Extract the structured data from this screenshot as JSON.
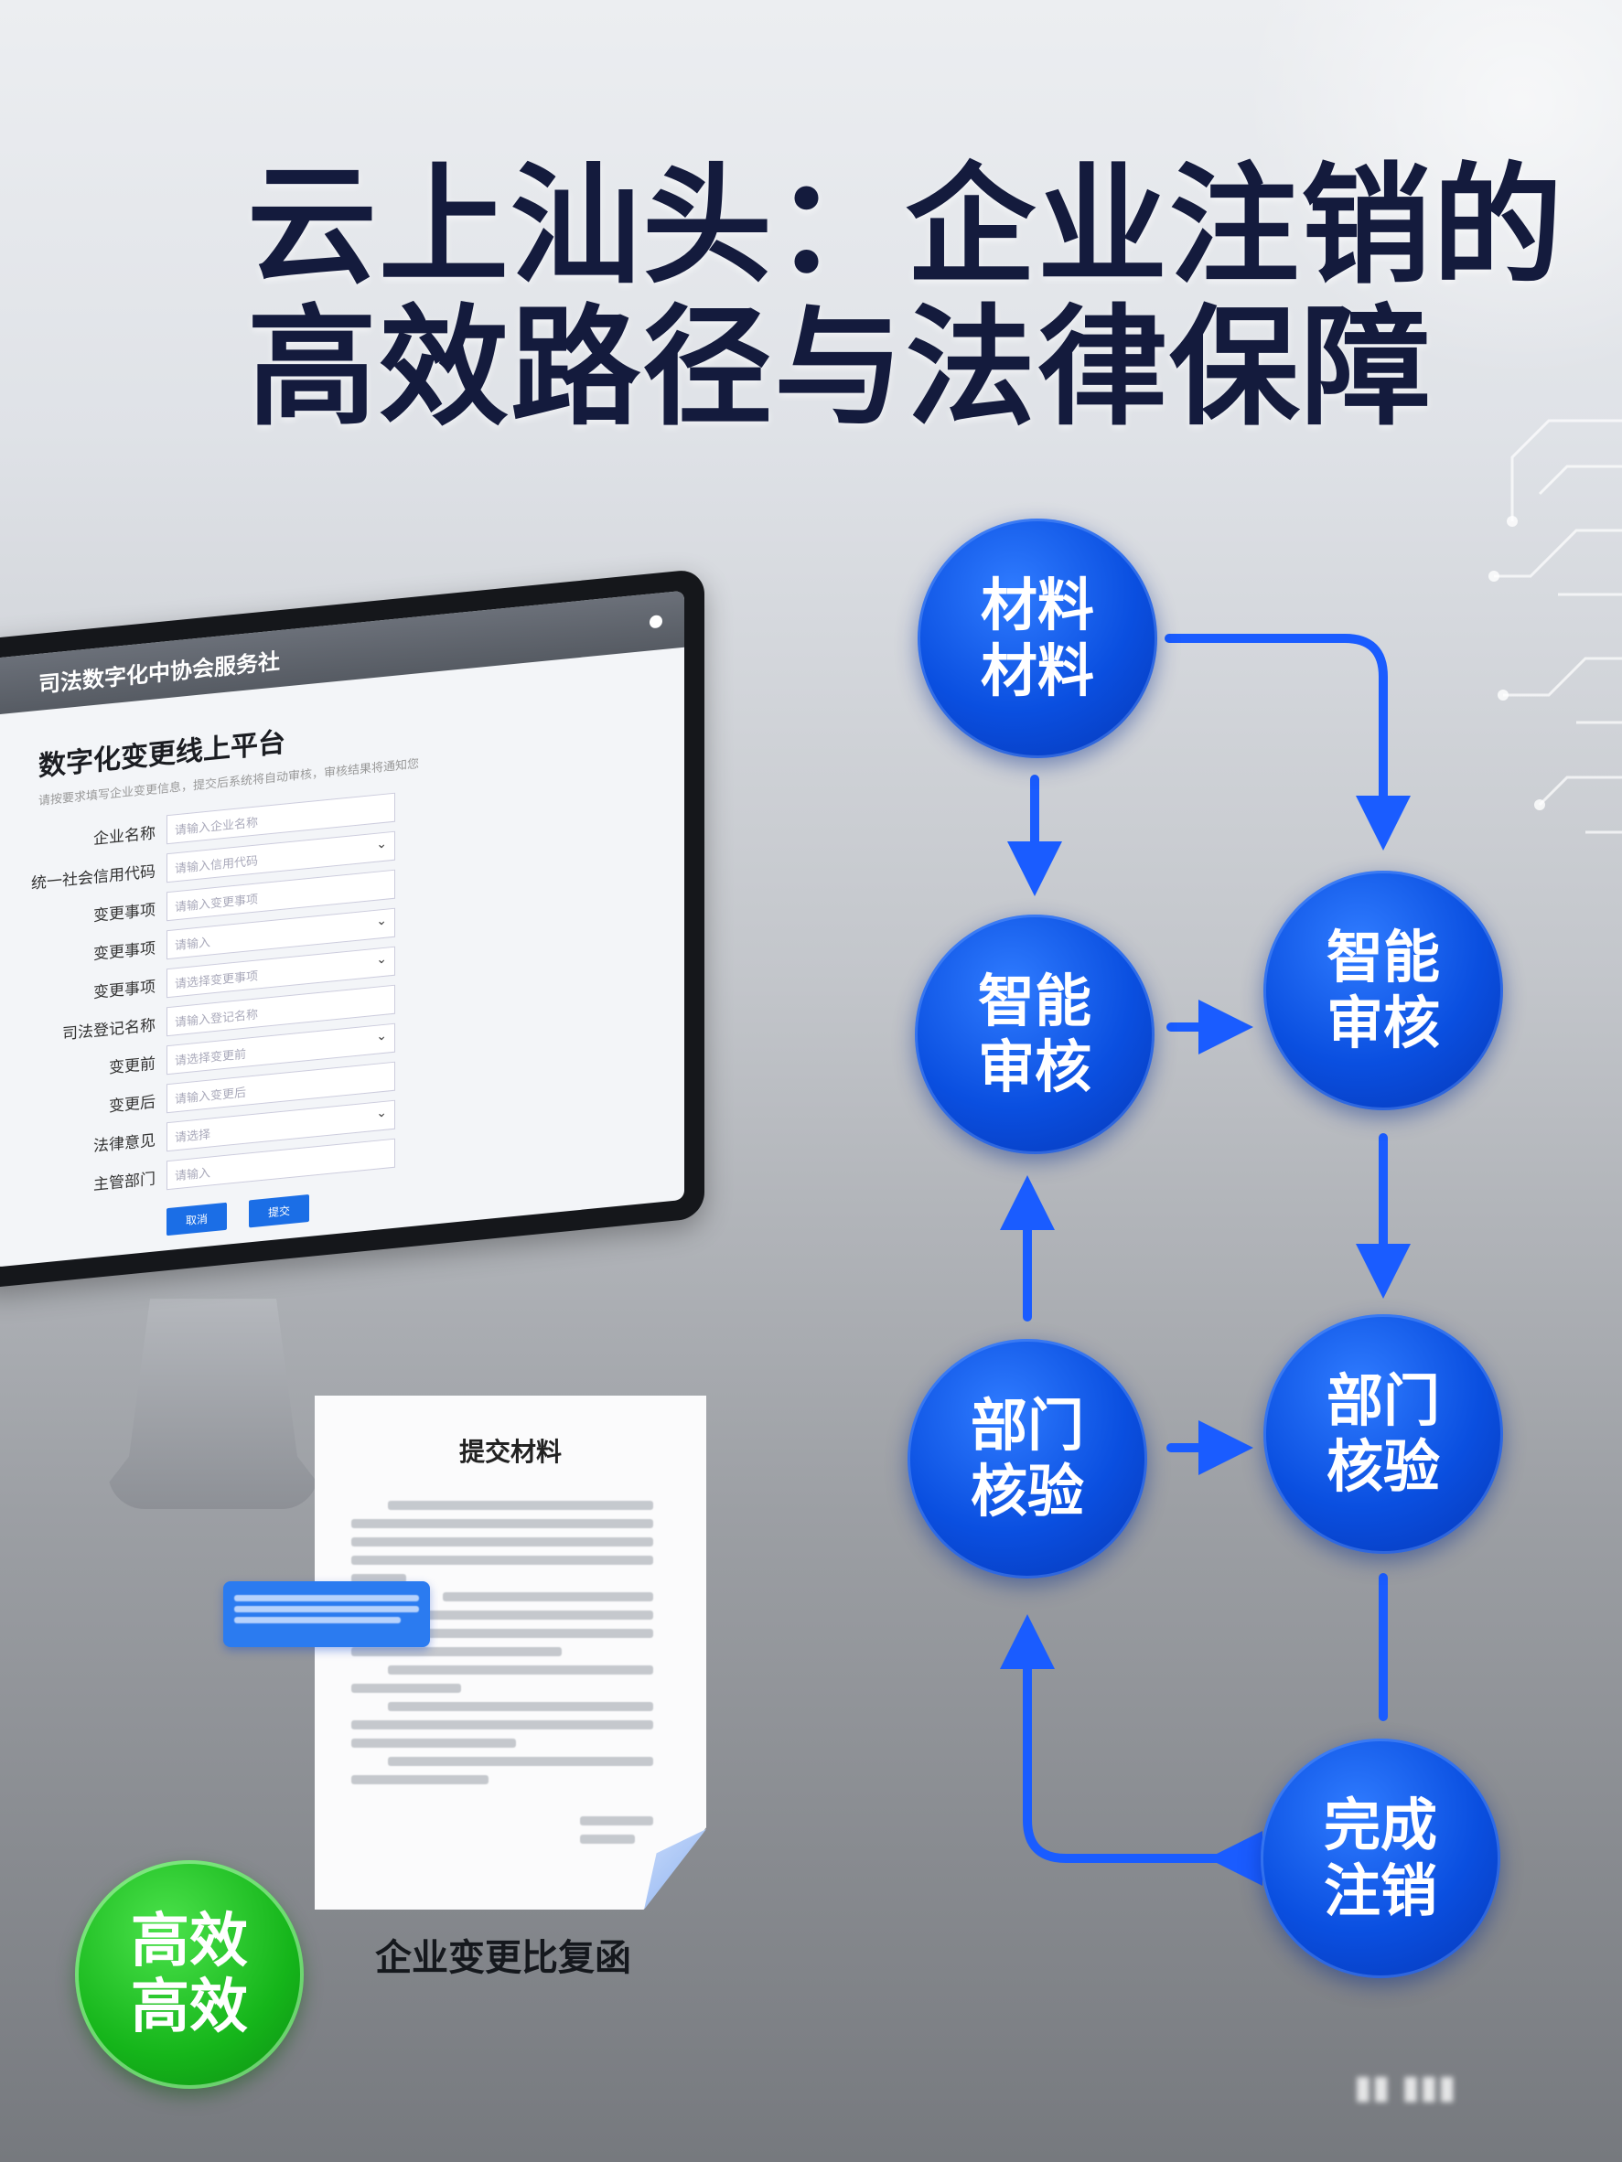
{
  "title": {
    "line1": "云上汕头：企业注销的",
    "line2": "高效路径与法律保障"
  },
  "colors": {
    "node_blue": "#0a4fe0",
    "arrow_blue": "#1a5cff",
    "badge_green": "#15b51a",
    "title": "#141b3d"
  },
  "monitor": {
    "header": "司法数字化中协会服务社",
    "title": "数字化变更线上平台",
    "subtitle": "请按要求填写企业变更信息，提交后系统将自动审核，审核结果将通知您",
    "fields": [
      {
        "label": "企业名称",
        "placeholder": "请输入企业名称",
        "select": false
      },
      {
        "label": "统一社会信用代码",
        "placeholder": "请输入信用代码",
        "select": true
      },
      {
        "label": "变更事项",
        "placeholder": "请输入变更事项",
        "select": false
      },
      {
        "label": "变更事项",
        "placeholder": "请输入",
        "select": true
      },
      {
        "label": "变更事项",
        "placeholder": "请选择变更事项",
        "select": true
      },
      {
        "label": "司法登记名称",
        "placeholder": "请输入登记名称",
        "select": false
      },
      {
        "label": "变更前",
        "placeholder": "请选择变更前",
        "select": true
      },
      {
        "label": "变更后",
        "placeholder": "请输入变更后",
        "select": false
      },
      {
        "label": "法律意见",
        "placeholder": "请选择",
        "select": true
      },
      {
        "label": "主管部门",
        "placeholder": "请输入",
        "select": false
      }
    ],
    "buttons": [
      "取消",
      "提交"
    ]
  },
  "document": {
    "title": "提交材料",
    "caption": "企业变更比复函"
  },
  "flow": {
    "nodes": [
      {
        "id": "n1",
        "label1": "材料",
        "label2": "材料"
      },
      {
        "id": "n2",
        "label1": "智能",
        "label2": "审核"
      },
      {
        "id": "n3",
        "label1": "智能",
        "label2": "审核"
      },
      {
        "id": "n4",
        "label1": "部门",
        "label2": "核验"
      },
      {
        "id": "n5",
        "label1": "部门",
        "label2": "核验"
      },
      {
        "id": "n6",
        "label1": "完成",
        "label2": "注销"
      }
    ]
  },
  "badge": {
    "line1": "高效",
    "line2": "高效"
  }
}
